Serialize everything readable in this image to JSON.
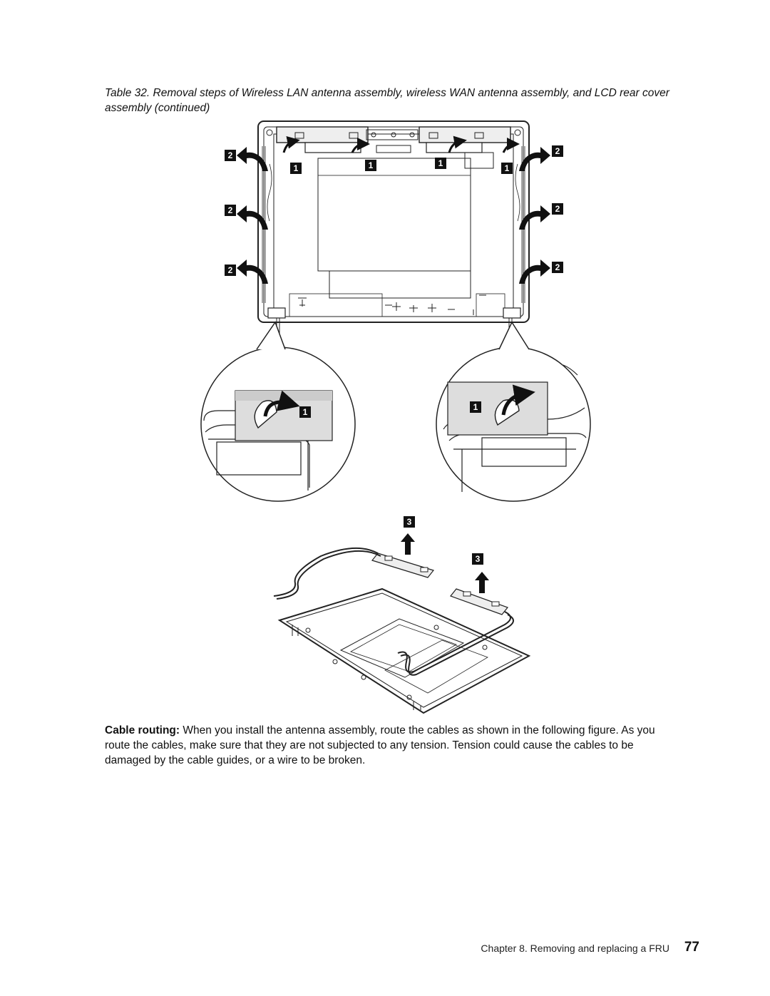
{
  "caption": "Table 32. Removal steps of Wireless LAN antenna assembly, wireless WAN antenna assembly, and LCD rear cover assembly (continued)",
  "callout_labels": {
    "one": "1",
    "two": "2",
    "three": "3"
  },
  "cable_routing": {
    "heading": "Cable routing:",
    "text": "When you install the antenna assembly, route the cables as shown in the following figure. As you route the cables, make sure that they are not subjected to any tension. Tension could cause the cables to be damaged by the cable guides, or a wire to be broken."
  },
  "footer": {
    "chapter": "Chapter 8. Removing and replacing a FRU",
    "page_number": "77"
  }
}
